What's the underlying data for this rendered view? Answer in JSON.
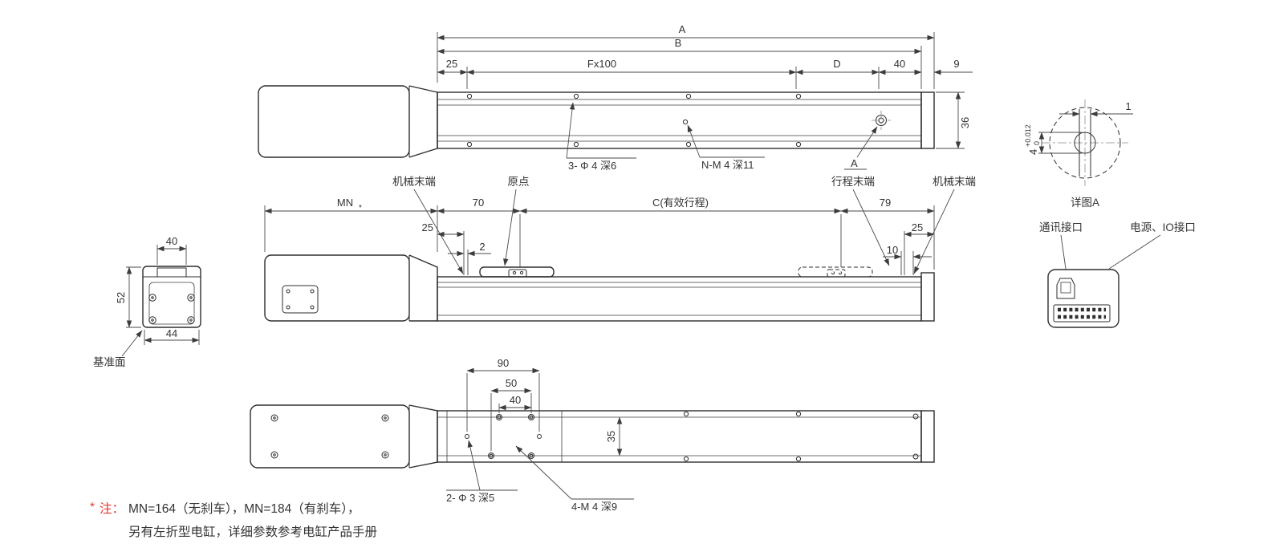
{
  "colors": {
    "line": "#2e2e2e",
    "dim": "#4a4a4a",
    "accent_red": "#e2392e",
    "text": "#333333",
    "background": "#ffffff"
  },
  "top_view": {
    "dim_a": "A",
    "dim_b": "B",
    "dim_25": "25",
    "dim_fx100": "Fx100",
    "dim_d": "D",
    "dim_40": "40",
    "dim_9": "9",
    "dim_36": "36",
    "callout_holes_small": "3- Φ 4 深6",
    "callout_holes_thread": "N-M 4 深11",
    "callout_detail_ref": "A"
  },
  "side_view": {
    "label_mech_end_left": "机械末端",
    "label_origin": "原点",
    "label_stroke_end": "行程末端",
    "label_mech_end_right": "机械末端",
    "dim_mn": "MN",
    "dim_mn_note": "*",
    "dim_70": "70",
    "dim_c": "C(有效行程)",
    "dim_79": "79",
    "dim_25_left": "25",
    "dim_2": "2",
    "dim_10": "10",
    "dim_25_right": "25"
  },
  "end_view": {
    "dim_40": "40",
    "dim_52": "52",
    "dim_44": "44",
    "label_datum": "基准面"
  },
  "detail_view": {
    "dim_1": "1",
    "dim_4": "4",
    "tol_upper": "+0.012",
    "tol_lower": "0",
    "label": "详图A"
  },
  "connector_view": {
    "label_comm": "通讯接口",
    "label_power_io": "电源、IO接口"
  },
  "bottom_view": {
    "dim_90": "90",
    "dim_50": "50",
    "dim_40": "40",
    "dim_35": "35",
    "callout_dowel": "2- Φ 3 深5",
    "callout_thread": "4-M 4 深9"
  },
  "notes": {
    "star": "*",
    "label": "注：",
    "line1": "MN=164（无刹车），MN=184（有刹车），",
    "line2": "另有左折型电缸，详细参数参考电缸产品手册"
  }
}
